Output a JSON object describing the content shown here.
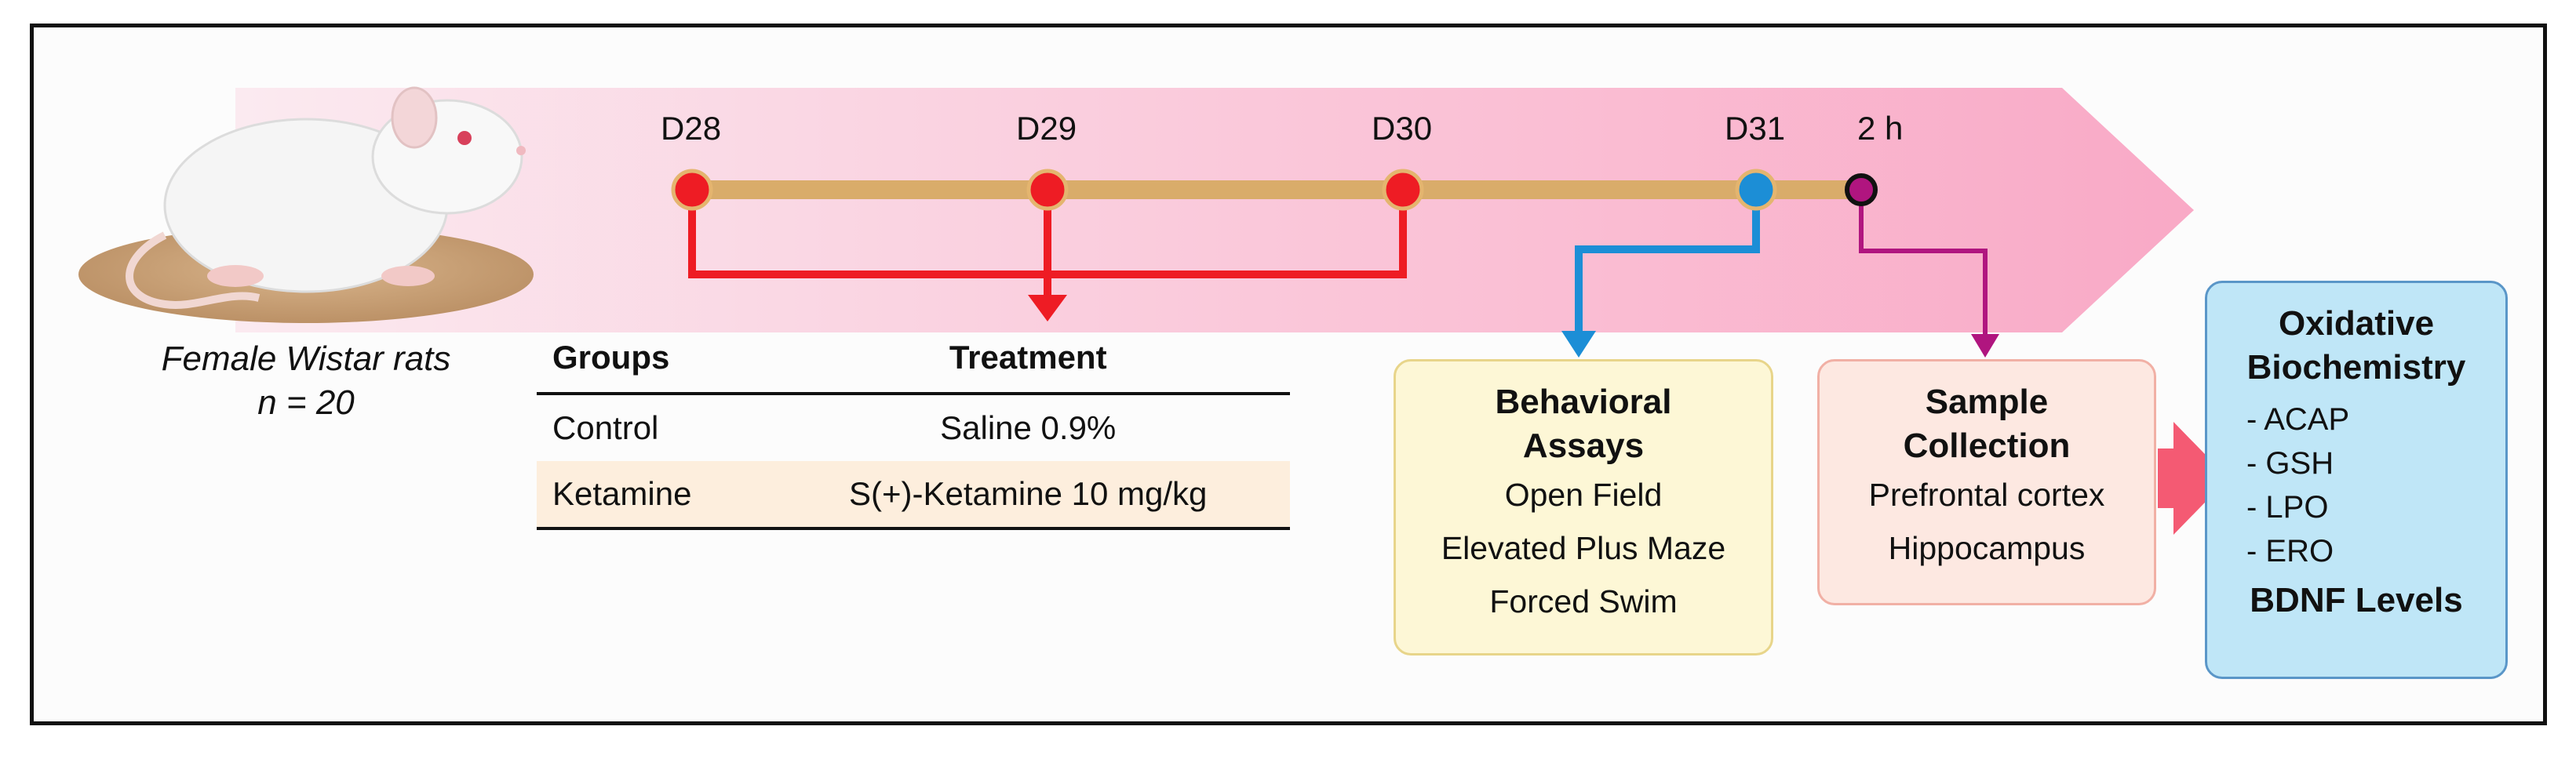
{
  "caption": {
    "line1": "Female Wistar rats",
    "line2": "n = 20"
  },
  "timeline": {
    "points": [
      {
        "label": "D28",
        "kind": "treatment"
      },
      {
        "label": "D29",
        "kind": "treatment"
      },
      {
        "label": "D30",
        "kind": "treatment"
      },
      {
        "label": "D31",
        "kind": "behavior"
      },
      {
        "label": "2 h",
        "kind": "sampling"
      }
    ],
    "colors": {
      "arrow_band_start": "#fbeaf0",
      "arrow_band_end": "#f9a9c6",
      "bar": "#d9ac6a",
      "treatment": "#ee1c24",
      "behavior": "#1c8ed6",
      "sampling": "#b0157f"
    }
  },
  "groups_table": {
    "headers": [
      "Groups",
      "Treatment"
    ],
    "rows": [
      [
        "Control",
        "Saline 0.9%"
      ],
      [
        "Ketamine",
        "S(+)-Ketamine 10 mg/kg"
      ]
    ]
  },
  "behavioral": {
    "title_line1": "Behavioral",
    "title_line2": "Assays",
    "items": [
      "Open Field",
      "Elevated Plus Maze",
      "Forced Swim"
    ]
  },
  "sample": {
    "title_line1": "Sample",
    "title_line2": "Collection",
    "items": [
      "Prefrontal cortex",
      "Hippocampus"
    ]
  },
  "oxidative": {
    "title_line1": "Oxidative",
    "title_line2": "Biochemistry",
    "items": [
      "- ACAP",
      "- GSH",
      "- LPO",
      "- ERO"
    ],
    "footer": "BDNF Levels"
  }
}
